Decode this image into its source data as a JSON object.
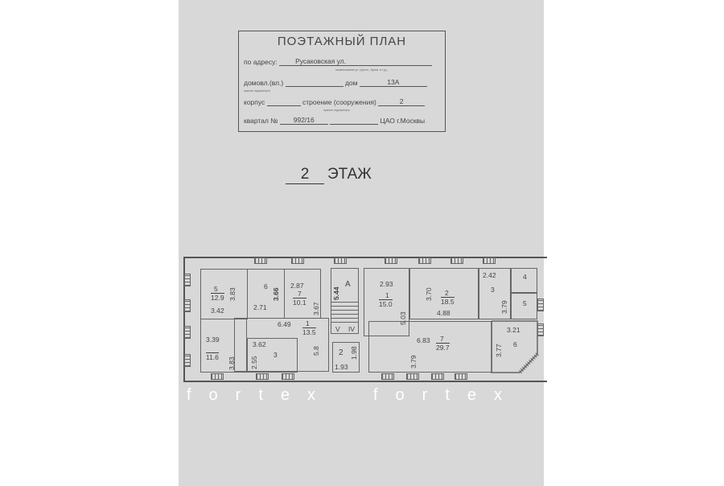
{
  "stamp": {
    "title": "ПОЭТАЖНЫЙ ПЛАН",
    "address_label": "по адресу:",
    "address_value": "Русаковская ул.",
    "address_hint": "наименование ул. (просп., бульв. и т.д.)",
    "domovl_label": "домовл.(вл.)",
    "domovl_hint": "нужное подчеркнуть",
    "dom_label": "дом",
    "dom_value": "13А",
    "korpus_label": "корпус",
    "stroenie_label": "строение (сооружения)",
    "stroenie_value": "2",
    "stroenie_hint": "нужное подчеркнуть",
    "kvartal_label": "квартал №",
    "kvartal_value": "992/16",
    "district": "ЦАО г.Москвы"
  },
  "floor": {
    "number": "2",
    "label": "ЭТАЖ"
  },
  "plan": {
    "left": {
      "room5": {
        "num": "5",
        "area": "12.9",
        "d1": "3.83",
        "d2": "3.42"
      },
      "room6": {
        "num": "6",
        "d1": "3.66",
        "d2": "2.71"
      },
      "room7": {
        "num": "7",
        "area": "10.1",
        "d1": "2.87",
        "d2": "3.67"
      },
      "room1": {
        "num": "1",
        "area": "13.5",
        "d1": "6.49",
        "d2": "5.8"
      },
      "room4": {
        "area": "11.6",
        "d1": "3.39",
        "d2": "3.83"
      },
      "room3": {
        "num": "3",
        "d1": "3.62",
        "d2": "2.55"
      },
      "stair": {
        "label": "А",
        "d1": "5.44",
        "v": "V",
        "iv": "IV"
      },
      "room2": {
        "num": "2",
        "d1": "1.98",
        "d2": "1.93"
      }
    },
    "right": {
      "room1": {
        "num": "1",
        "area": "15.0",
        "d1": "2.93",
        "d2": "5.03"
      },
      "room2": {
        "num": "2",
        "area": "18.5",
        "d1": "3.70",
        "d2": "4.88"
      },
      "room3": {
        "num": "3",
        "d1": "2.42",
        "d2": "3.79"
      },
      "room4": {
        "num": "4"
      },
      "room5": {
        "num": "5"
      },
      "room7": {
        "num": "7",
        "area": "29.7",
        "d1": "6.83",
        "d2": "3.79"
      },
      "room6": {
        "num": "6",
        "d1": "3.21",
        "d2": "3.77"
      }
    }
  },
  "watermark": "fortex"
}
